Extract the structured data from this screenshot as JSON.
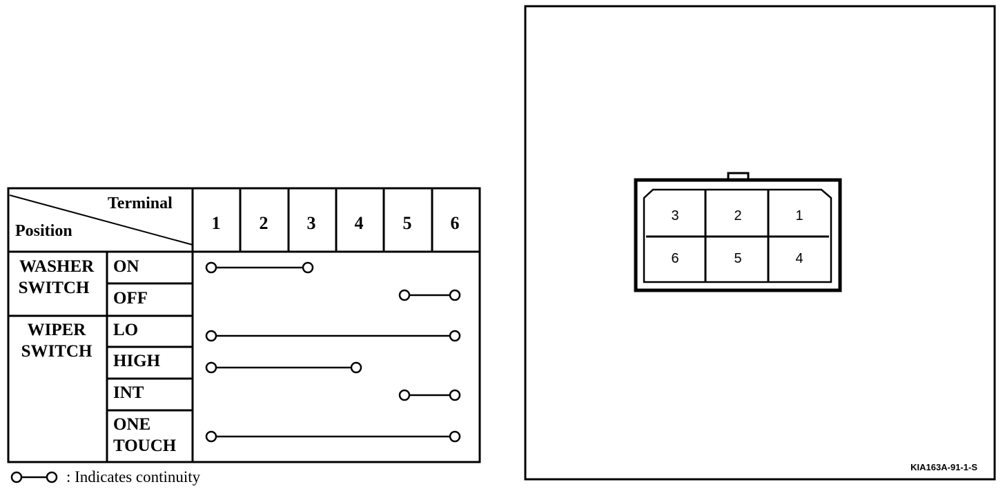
{
  "table": {
    "header_terminal": "Terminal",
    "header_position": "Position",
    "terminals": [
      "1",
      "2",
      "3",
      "4",
      "5",
      "6"
    ],
    "groups": [
      {
        "label_lines": [
          "WASHER",
          "SWITCH"
        ]
      },
      {
        "label_lines": [
          "WIPER",
          "SWITCH"
        ]
      }
    ],
    "rows": [
      {
        "group": 0,
        "position_lines": [
          "ON"
        ],
        "from": 1,
        "to": 3
      },
      {
        "group": 0,
        "position_lines": [
          "OFF"
        ],
        "from": 5,
        "to": 6
      },
      {
        "group": 1,
        "position_lines": [
          "LO"
        ],
        "from": 1,
        "to": 6
      },
      {
        "group": 1,
        "position_lines": [
          "HIGH"
        ],
        "from": 1,
        "to": 4
      },
      {
        "group": 1,
        "position_lines": [
          "INT"
        ],
        "from": 5,
        "to": 6
      },
      {
        "group": 1,
        "position_lines": [
          "ONE",
          "TOUCH"
        ],
        "from": 1,
        "to": 6
      }
    ]
  },
  "legend": {
    "text": ": Indicates continuity"
  },
  "connector": {
    "top_row": [
      "3",
      "2",
      "1"
    ],
    "bottom_row": [
      "6",
      "5",
      "4"
    ]
  },
  "figure_code": "KIA163A-91-1-S"
}
